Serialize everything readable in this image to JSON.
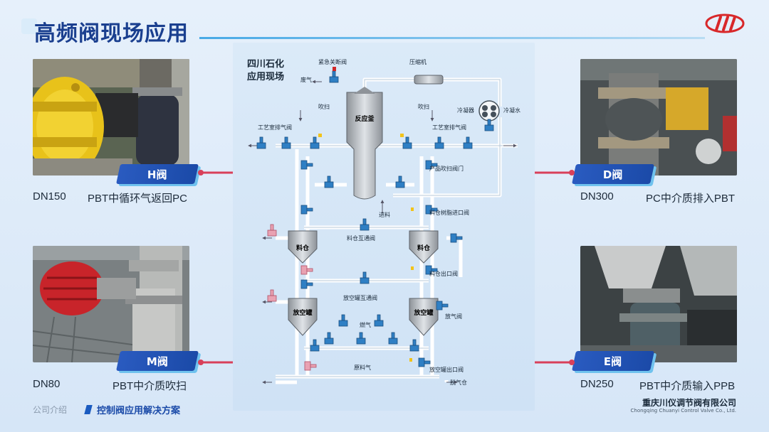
{
  "header": {
    "title": "高频阀现场应用"
  },
  "cards": {
    "h": {
      "tag": "H阀",
      "dn": "DN150",
      "desc": "PBT中循环气返回PC"
    },
    "d": {
      "tag": "D阀",
      "dn": "DN300",
      "desc": "PC中介质排入PBT"
    },
    "m": {
      "tag": "M阀",
      "dn": "DN80",
      "desc": "PBT中介质吹扫"
    },
    "e": {
      "tag": "E阀",
      "dn": "DN250",
      "desc": "PBT中介质输入PPB"
    }
  },
  "diagram": {
    "title_line1": "四川石化",
    "title_line2": "应用现场",
    "labels": {
      "emergency_valve": "紧急关断阀",
      "compressor": "压缩机",
      "waste_gas": "废气",
      "reactor": "反应釜",
      "purge_left": "吹扫",
      "purge_right": "吹扫",
      "condenser": "冷凝器",
      "cooling_water": "冷凝水",
      "vent_left": "工艺室排气阀",
      "vent_right": "工艺室排气阀",
      "product_purge": "产品吹扫阀门",
      "feed": "进料",
      "resin_inlet": "料仓树脂进口阀",
      "silo_link": "料仓互通阀",
      "silo_left": "料仓",
      "silo_right": "料仓",
      "silo_outlet": "料仓出口阀",
      "tank_link": "放空罐互通阀",
      "tank_left": "放空罐",
      "tank_right": "放空罐",
      "vent_valve": "放气阀",
      "fuel_gas": "燃气",
      "raw_gas": "原料气",
      "tank_outlet": "放空罐出口阀",
      "degas": "脱气仓"
    }
  },
  "footer": {
    "section": "公司介绍",
    "subsection": "控制阀应用解决方案",
    "company_cn": "重庆川仪调节阀有限公司",
    "company_en": "Chongqing Chuanyi Control Valve Co., Ltd."
  },
  "colors": {
    "brand_blue": "#1a3f8f",
    "tag_blue": "#2a5bc0",
    "connector_red": "#d8405a",
    "logo_red": "#d8282a"
  }
}
